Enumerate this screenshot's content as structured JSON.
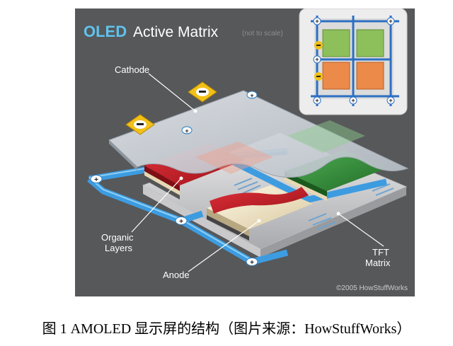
{
  "diagram": {
    "title_highlight": "OLED",
    "title_rest": "Active Matrix",
    "scale_note": "(not to scale)",
    "labels": {
      "cathode": "Cathode",
      "organic_line1": "Organic",
      "organic_line2": "Layers",
      "anode": "Anode",
      "tft_line1": "TFT",
      "tft_line2": "Matrix"
    },
    "copyright": "©2005 HowStuffWorks"
  },
  "caption": "图 1 AMOLED 显示屏的结构（图片来源：HowStuffWorks）",
  "colors": {
    "background": "#57585a",
    "blue_bus": "#3d9ce0",
    "red_layer": "#c8202a",
    "green_layer": "#3a9a3f",
    "connector": "#f2c018"
  }
}
